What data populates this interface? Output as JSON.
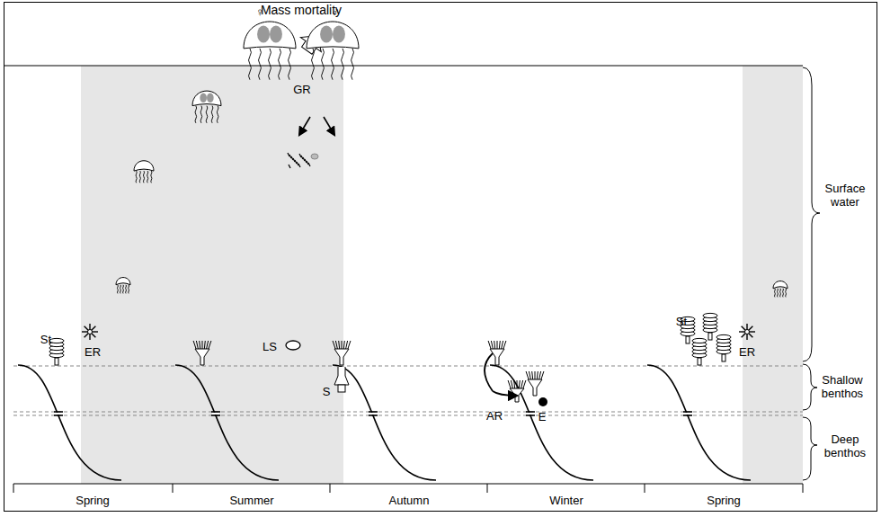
{
  "diagram": {
    "labels": [
      "Mass mortality",
      "♀",
      "♂",
      "GR",
      "St",
      "ER",
      "LS",
      "S",
      "AR",
      "E",
      "St",
      "ER",
      "Surface water",
      "Shallow benthos",
      "Deep benthos",
      "Spring",
      "Summer",
      "Autumn",
      "Winter",
      "Spring"
    ]
  }
}
